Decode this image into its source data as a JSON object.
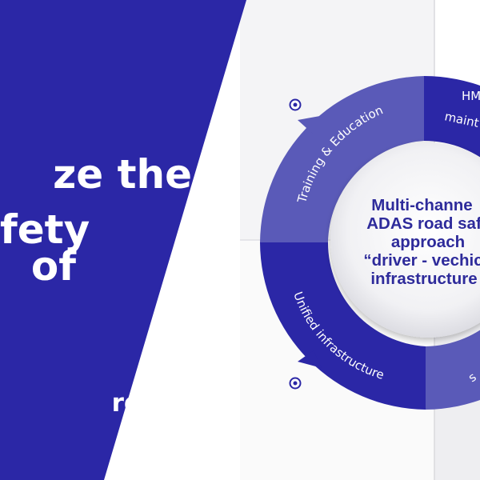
{
  "headline": {
    "lines": [
      "ze the",
      "fety",
      "of"
    ]
  },
  "website": "rd.eu",
  "diagram": {
    "center_lines": [
      "Multi-channe",
      "ADAS road saf",
      "approach",
      "“driver - vechic",
      "infrastructure"
    ],
    "segments": {
      "top_left": "Training & Education",
      "bottom_left": "Unified infrastructure",
      "top_right_line1": "HM",
      "top_right_line2": "maint",
      "bottom_right": "s"
    }
  },
  "colors": {
    "brand_blue": "#2b27a6",
    "light_blue": "#5a5ab8",
    "center_text": "#2e2b9b",
    "background": "#ffffff"
  },
  "icons": [
    "target-marker-icon",
    "target-marker-icon"
  ]
}
